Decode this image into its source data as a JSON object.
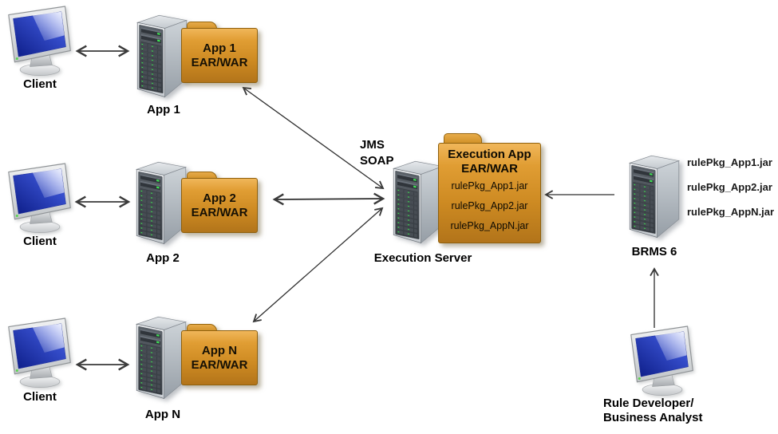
{
  "canvas": {
    "background": "#ffffff"
  },
  "palette": {
    "folder_light": "#f0b65a",
    "folder_dark": "#b2741a",
    "arrow": "#3a3a3a",
    "screen_blue": "#1d3fd0",
    "led_green": "#3fe054",
    "label_color": "#000000"
  },
  "rows": [
    {
      "client_label": "Client",
      "server_label": "App 1",
      "folder_line1": "App 1",
      "folder_line2": "EAR/WAR"
    },
    {
      "client_label": "Client",
      "server_label": "App 2",
      "folder_line1": "App 2",
      "folder_line2": "EAR/WAR"
    },
    {
      "client_label": "Client",
      "server_label": "App N",
      "folder_line1": "App N",
      "folder_line2": "EAR/WAR"
    }
  ],
  "center": {
    "protocols": [
      "JMS",
      "SOAP"
    ],
    "server_label": "Execution Server",
    "folder_title_line1": "Execution App",
    "folder_title_line2": "EAR/WAR",
    "folder_files": [
      "rulePkg_App1.jar",
      "rulePkg_App2.jar",
      "rulePkg_AppN.jar"
    ]
  },
  "brms": {
    "server_label": "BRMS 6",
    "files": [
      "rulePkg_App1.jar",
      "rulePkg_App2.jar",
      "rulePkg_AppN.jar"
    ]
  },
  "developer": {
    "label_line1": "Rule Developer/",
    "label_line2": "Business Analyst"
  }
}
